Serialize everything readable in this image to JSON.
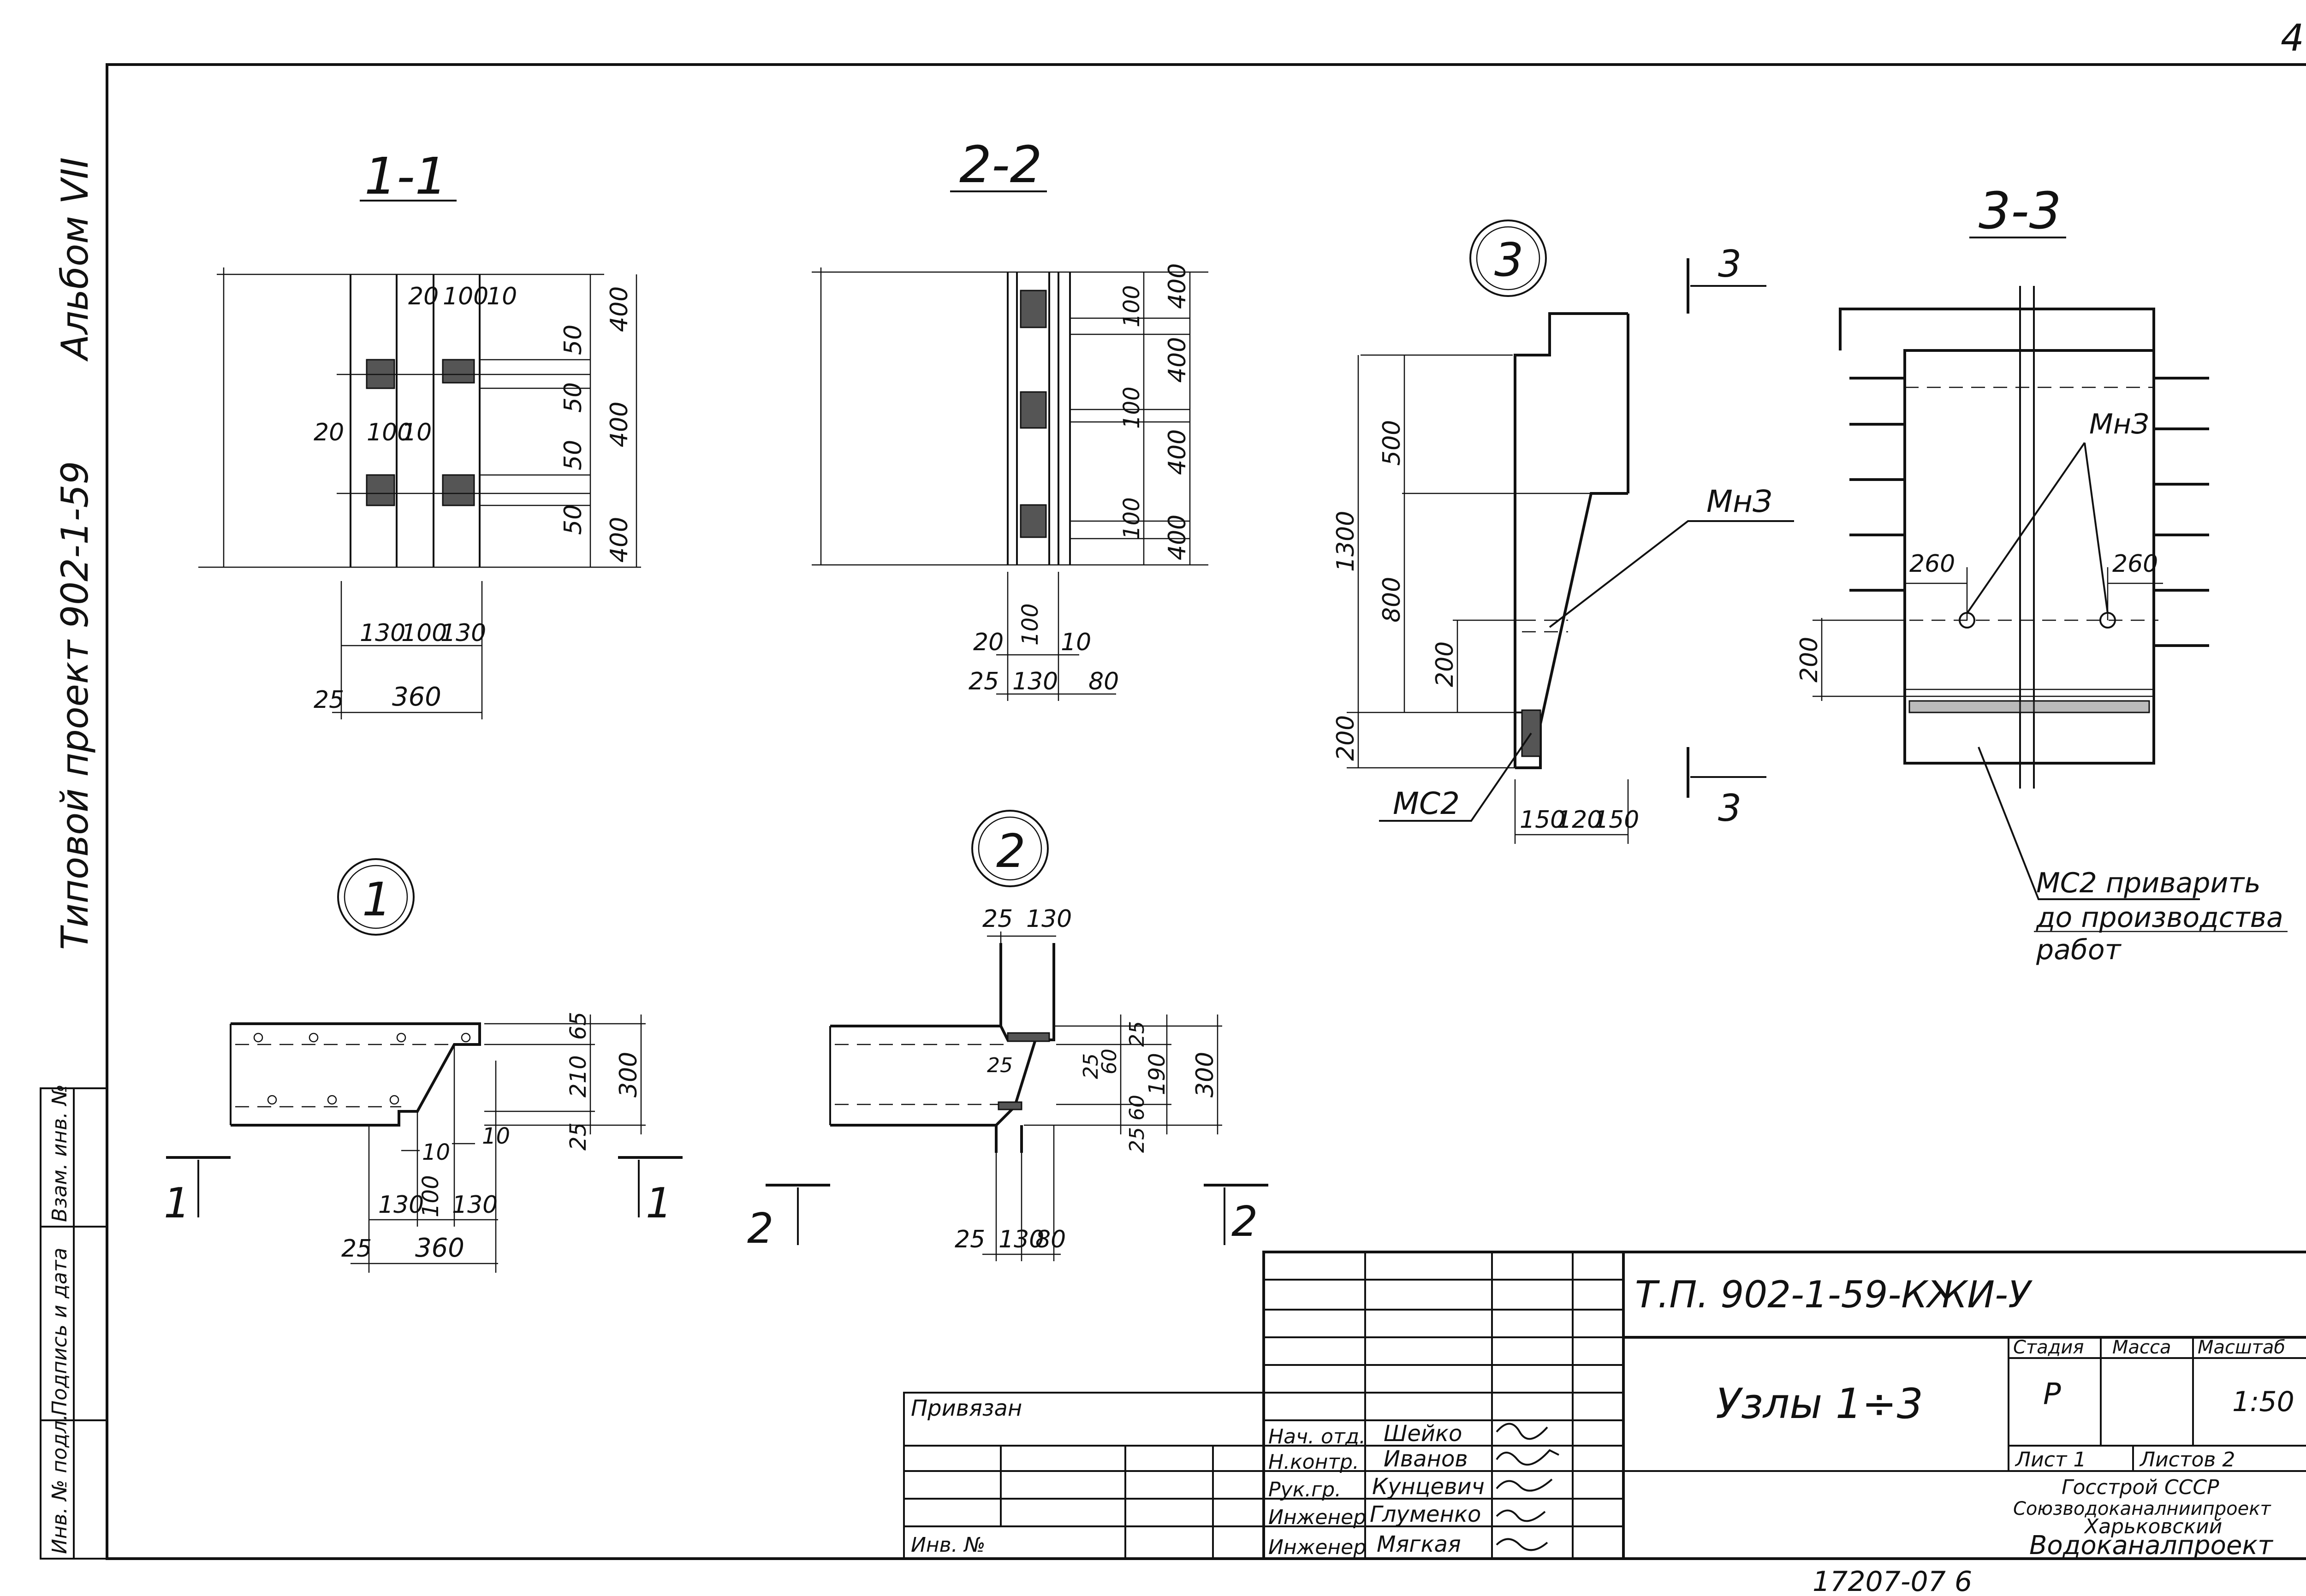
{
  "page_number": "4",
  "side_labels": {
    "album": "Альбом VII",
    "project": "Типовой проект 902-1-59"
  },
  "left_stamp": {
    "inv_podl": "Инв. № подл.",
    "signature_date": "Подпись и дата",
    "vzam": "Взам. инв. №"
  },
  "views": {
    "s11": {
      "title": "1-1",
      "d_20_top": "20",
      "d_100_top": "100",
      "d_10_top": "10",
      "d_20": "20",
      "d_100": "100",
      "d_10": "10",
      "d_50a": "50",
      "d_50b": "50",
      "d_50c": "50",
      "d_50d": "50",
      "d_400a": "400",
      "d_400b": "400",
      "d_400c": "400",
      "d_130a": "130",
      "d_100b": "100",
      "d_130b": "130",
      "d_25": "25",
      "d_360": "360"
    },
    "s22": {
      "title": "2-2",
      "d_400a": "400",
      "d_400b": "400",
      "d_400c": "400",
      "d_400d": "400",
      "d_100a": "100",
      "d_100b": "100",
      "d_100c": "100",
      "d_20": "20",
      "d_100": "100",
      "d_10": "10",
      "d_25": "25",
      "d_130": "130",
      "d_80": "80"
    },
    "n3": {
      "circle": "3",
      "cut_a": "3",
      "cut_b": "3",
      "d_500": "500",
      "d_1300": "1300",
      "d_800": "800",
      "d_200a": "200",
      "d_200b": "200",
      "d_150a": "150",
      "d_120": "120",
      "d_150b": "150",
      "label_mn3": "МнЗ",
      "label_mc2": "МС2"
    },
    "s33": {
      "title": "3-3",
      "label_mn3": "МнЗ",
      "d_260a": "260",
      "d_260b": "260",
      "d_200": "200",
      "note_1": "МС2 приварить",
      "note_2": "до производства",
      "note_3": "работ"
    },
    "n1": {
      "circle": "1",
      "d_65": "65",
      "d_210": "210",
      "d_300": "300",
      "d_25": "25",
      "d_10a": "10",
      "d_10b": "10",
      "d_130a": "130",
      "d_100": "100",
      "d_130b": "130",
      "d_25b": "25",
      "d_360": "360",
      "cut_left": "1",
      "cut_right": "1"
    },
    "n2": {
      "circle": "2",
      "d_25t": "25",
      "d_130t": "130",
      "d_25a": "25",
      "d_60a": "60",
      "d_25b": "25",
      "d_60b": "60",
      "d_25c": "25",
      "d_190": "190",
      "d_300": "300",
      "d_25s": "25",
      "d_25": "25",
      "d_130": "130",
      "d_80": "80",
      "cut_left": "2",
      "cut_right": "2"
    }
  },
  "title_block": {
    "doc_code": "Т.П. 902-1-59-КЖИ-У",
    "sheet_title": "Узлы 1÷3",
    "stage_hdr": "Стадия",
    "mass_hdr": "Масса",
    "scale_hdr": "Масштаб",
    "stage": "Р",
    "scale": "1:50",
    "sheet": "Лист 1",
    "sheets": "Листов 2",
    "org_1": "Госстрой СССР",
    "org_2": "Союзводоканалниипроект",
    "org_3": "Харьковский",
    "org_4": "Водоканалпроект",
    "privyazan": "Привязан",
    "inv_no": "Инв. №",
    "roles": [
      {
        "role": "Нач. отд.",
        "name": "Шейко"
      },
      {
        "role": "Н.контр.",
        "name": "Иванов"
      },
      {
        "role": "Рук.гр.",
        "name": "Кунцевич"
      },
      {
        "role": "Инженер",
        "name": "Глуменко"
      },
      {
        "role": "Инженер",
        "name": "Мягкая"
      }
    ]
  },
  "footer_number": "17207-07 6"
}
